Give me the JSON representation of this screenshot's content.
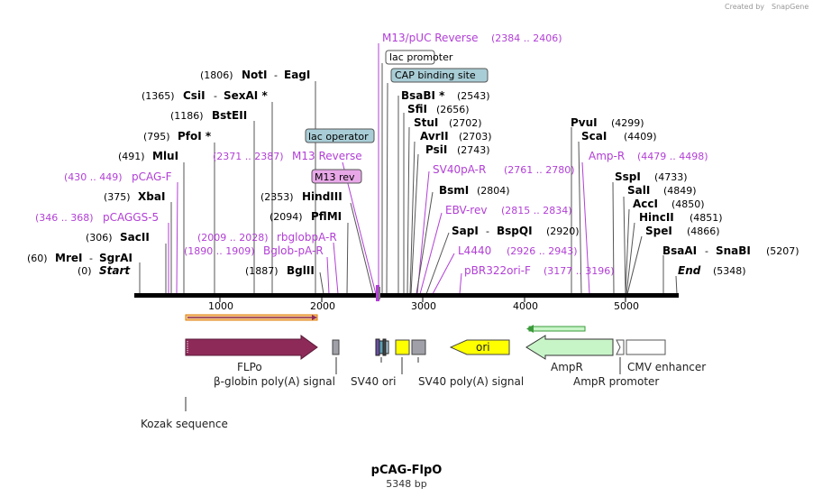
{
  "credit": {
    "prefix": "Created by",
    "brand": "SnapGene"
  },
  "title": "pCAG-FlpO",
  "size_label": "5348 bp",
  "ruler": {
    "ticks": [
      "1000",
      "2000",
      "3000",
      "4000",
      "5000"
    ]
  },
  "left_sites": [
    {
      "coord": "(1806)",
      "name": "NotI",
      "extra": "EagI"
    },
    {
      "coord": "(1365)",
      "name": "CsiI",
      "extra": "SexAI *"
    },
    {
      "coord": "(1186)",
      "name": "BstEII"
    },
    {
      "coord": "(795)",
      "name": "PfoI *"
    },
    {
      "coord": "(491)",
      "name": "MluI"
    },
    {
      "coord": "(375)",
      "name": "XbaI"
    },
    {
      "coord": "(306)",
      "name": "SacII"
    },
    {
      "coord": "(60)",
      "name": "MreI",
      "extra": "SgrAI"
    },
    {
      "coord": "(0)",
      "name": "Start"
    },
    {
      "coord": "(2353)",
      "name": "HindIII"
    },
    {
      "coord": "(2094)",
      "name": "PflMI"
    },
    {
      "coord": "(1887)",
      "name": "BglII"
    }
  ],
  "left_primers": [
    {
      "coord": "(2371 .. 2387)",
      "name": "M13 Reverse"
    },
    {
      "coord": "(430 .. 449)",
      "name": "pCAG-F"
    },
    {
      "coord": "(346 .. 368)",
      "name": "pCAGGS-5"
    },
    {
      "coord": "(2009 .. 2028)",
      "name": "rbglobpA-R"
    },
    {
      "coord": "(1890 .. 1909)",
      "name": "Bglob-pA-R"
    }
  ],
  "top_primer": {
    "name": "M13/pUC Reverse",
    "coord": "(2384 .. 2406)"
  },
  "boxes": {
    "lac_promoter": "lac promoter",
    "cap_site": "CAP binding site",
    "lac_operator": "lac operator",
    "m13_rev": "M13 rev"
  },
  "right_sites": [
    {
      "name": "BsaBI *",
      "coord": "(2543)"
    },
    {
      "name": "SfiI",
      "coord": "(2656)"
    },
    {
      "name": "StuI",
      "coord": "(2702)"
    },
    {
      "name": "AvrII",
      "coord": "(2703)"
    },
    {
      "name": "PsiI",
      "coord": "(2743)"
    },
    {
      "name": "BsmI",
      "coord": "(2804)"
    },
    {
      "name": "SapI",
      "extra": "BspQI",
      "coord": "(2920)"
    },
    {
      "name": "PvuI",
      "coord": "(4299)"
    },
    {
      "name": "ScaI",
      "coord": "(4409)"
    },
    {
      "name": "SspI",
      "coord": "(4733)"
    },
    {
      "name": "SalI",
      "coord": "(4849)"
    },
    {
      "name": "AccI",
      "coord": "(4850)"
    },
    {
      "name": "HincII",
      "coord": "(4851)"
    },
    {
      "name": "SpeI",
      "coord": "(4866)"
    },
    {
      "name": "BsaAI",
      "extra": "SnaBI",
      "coord": "(5207)"
    },
    {
      "name": "End",
      "coord": "(5348)"
    }
  ],
  "right_primers": [
    {
      "name": "SV40pA-R",
      "coord": "(2761 .. 2780)"
    },
    {
      "name": "EBV-rev",
      "coord": "(2815 .. 2834)"
    },
    {
      "name": "L4440",
      "coord": "(2926 .. 2943)"
    },
    {
      "name": "pBR322ori-F",
      "coord": "(3177 .. 3196)"
    },
    {
      "name": "Amp-R",
      "coord": "(4479 .. 4498)"
    }
  ],
  "features": {
    "flpo": "FLPo",
    "bglobin": "β-globin poly(A) signal",
    "sv40ori": "SV40 ori",
    "sv40polya": "SV40 poly(A) signal",
    "ori": "ori",
    "ampr": "AmpR",
    "ampr_promoter": "AmpR promoter",
    "cmv": "CMV enhancer",
    "kozak": "Kozak sequence"
  },
  "colors": {
    "flpo": "#8e2a58",
    "ori": "#ffff00",
    "ampr": "#c8f5c8",
    "sv40": "#a0a0a8",
    "purple": "#b23fd6",
    "box_blue": "#a9cdd6",
    "box_pink": "#e8a8e8"
  }
}
